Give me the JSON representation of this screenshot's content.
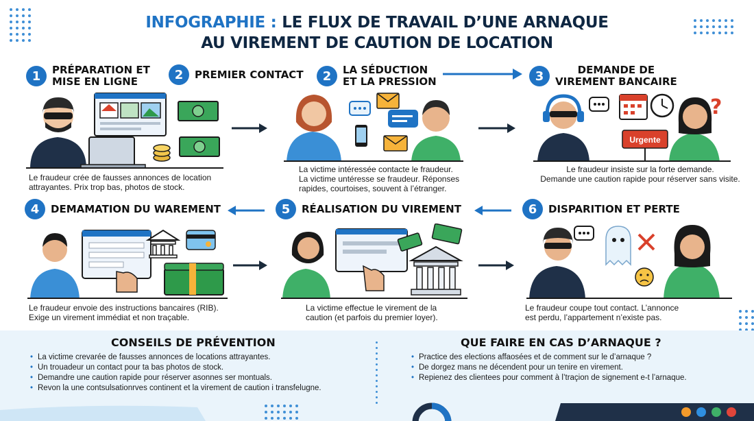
{
  "title": {
    "lead": "Infographie :",
    "line1_rest": "Le flux de travail d’une arnaque",
    "line2": "au virement de caution de location"
  },
  "steps": [
    {
      "num": "1",
      "title": "Préparation et\nmise en ligne",
      "caption": "Le fraudeur crée de fausses annonces de location\nattrayantes. Prix trop bas, photos de stock."
    },
    {
      "num": "2",
      "title": "Premier contact"
    },
    {
      "num": "2",
      "title": "La séduction\net la pression",
      "caption": "La victime intéressée contacte le fraudeur.\nLa victime untéresse se fraudeur. Réponses\nrapides, courtoises, souvent à l’étranger."
    },
    {
      "num": "3",
      "title": "Demande de\nvirement bancaire",
      "caption": "Le fraudeur insiste sur la forte demande.\nDemande une caution rapide pour réserver sans visite.",
      "badge": "Urgente"
    },
    {
      "num": "4",
      "title": "Demamation du warement",
      "caption": "Le fraudeur envoie des instructions bancaires (RIB).\nExige un virement immédiat et non traçable."
    },
    {
      "num": "5",
      "title": "Réalisation du virement",
      "caption": "La victime effectue le virement de la\ncaution (et parfois du premier loyer)."
    },
    {
      "num": "6",
      "title": "Disparition et perte",
      "caption": "Le fraudeur coupe tout contact. L’annonce\nest perdu, l’appartement n’existe pas."
    }
  ],
  "prevention": {
    "title": "Conseils de prévention",
    "items": [
      "La victime crevarée de fausses annonces de locations attrayantes.",
      "Un trouadeur un contact pour ta bas photos de stock.",
      "Demandre une caution rapide pour réserver asonnes ser montuals.",
      "Revon la une contsulsationrves continent et la virement de caution i transfelugne."
    ]
  },
  "action": {
    "title": "Que faire en cas d’arnaque ?",
    "items": [
      "Practice des elections affaosées et de comment sur le d’arnaque ?",
      "De dorgez mans ne décendent pour un tenire en virement.",
      "Repienez des clientees pour comment à l’traçion de signement e-t l’arnaque."
    ]
  },
  "colors": {
    "accent": "#1f73c4",
    "navy": "#0f2742",
    "money": "#2e9a4a",
    "urgent": "#d9412b",
    "band": "#eaf4fb"
  },
  "icons": [
    "fraudster-icon",
    "laptop-icon",
    "house-listing-icon",
    "money-icon",
    "coins-icon",
    "phone-icon",
    "chat-bubble-icon",
    "email-icon",
    "headset-icon",
    "calendar-icon",
    "clock-icon",
    "question-mark-icon",
    "credit-card-icon",
    "bank-icon",
    "ghost-icon",
    "broken-link-icon",
    "sad-face-icon",
    "arrow-right-icon",
    "arrow-left-icon"
  ]
}
